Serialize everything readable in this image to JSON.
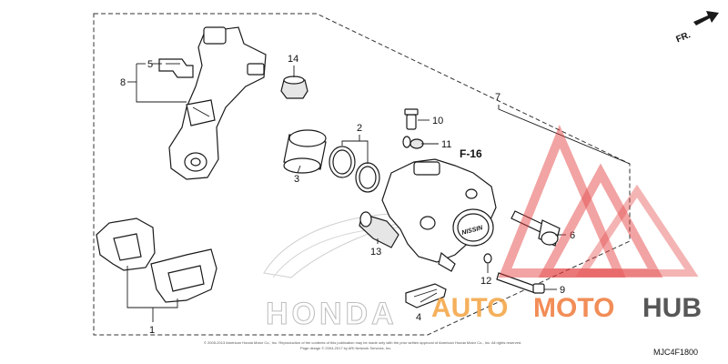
{
  "diagram": {
    "direction_label": "FR.",
    "section_ref": "F-16",
    "diagram_code": "MJC4F1800",
    "copyright_line1": "© 2005-2013 American Honda Motor Co., Inc. Reproduction of the contents of this publication may be made only with the prior written approval of American Honda Motor Co., Inc. All rights reserved.",
    "copyright_line2": "Page design © 2004-2017 by ARI Network Services, Inc.",
    "callouts": {
      "c1": "1",
      "c2": "2",
      "c3": "3",
      "c4": "4",
      "c5": "5",
      "c6": "6",
      "c7": "7",
      "c8": "8",
      "c9": "9",
      "c10": "10",
      "c11": "11",
      "c12": "12",
      "c13": "13",
      "c14": "14"
    },
    "caliper_brand": "NISSIN",
    "background_logo_text": "HONDA",
    "watermark": {
      "part1": "AUTO",
      "part2": "MOTO",
      "part3": "HUB",
      "color_primary": "#f4a340",
      "color_secondary": "#e23b3b",
      "color_dark": "#3a3a3a"
    }
  }
}
